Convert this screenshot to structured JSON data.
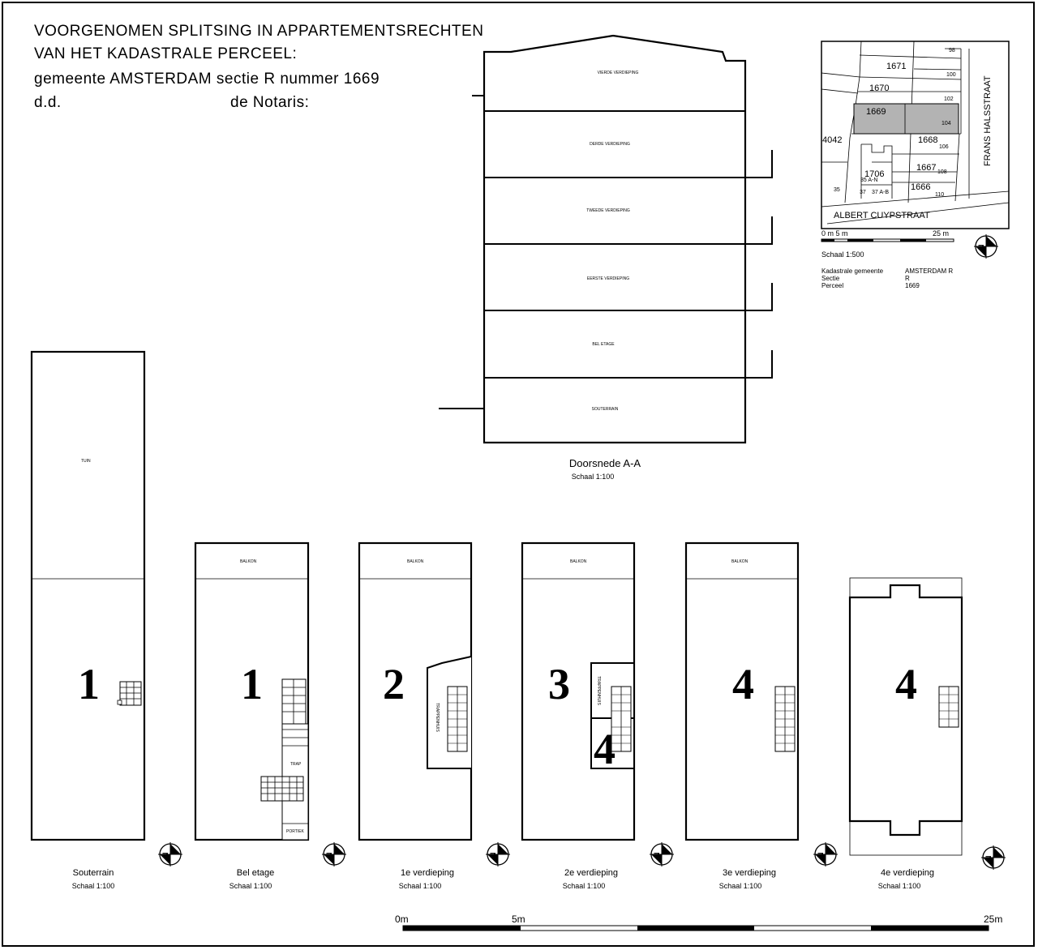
{
  "header": {
    "line1": "VOORGENOMEN SPLITSING IN APPARTEMENTSRECHTEN",
    "line2": "VAN HET KADASTRALE PERCEEL:",
    "line3": "gemeente AMSTERDAM sectie R   nummer 1669",
    "line4_left": "d.d.",
    "line4_right": "de Notaris:"
  },
  "section": {
    "floors": [
      "VIERDE VERDIEPING",
      "DERDE VERDIEPING",
      "TWEEDE VERDIEPING",
      "EERSTE VERDIEPING",
      "BEL ETAGE",
      "SOUTERRAIN"
    ],
    "title": "Doorsnede A-A",
    "scale": "Schaal 1:100"
  },
  "map": {
    "parcels": [
      "1671",
      "1670",
      "1669",
      "1668",
      "1667",
      "1666",
      "1706",
      "4042"
    ],
    "house_numbers": [
      "98",
      "100",
      "102",
      "104",
      "106",
      "108",
      "110",
      "35",
      "37",
      "35 A-N",
      "37 A-B",
      "A-N"
    ],
    "street_bottom": "ALBERT CUYPSTRAAT",
    "street_right": "FRANS HALSSTRAAT",
    "scale_label_0": "0 m 5 m",
    "scale_label_25": "25 m",
    "scale": "Schaal 1:500",
    "info_labels": [
      "Kadastrale gemeente",
      "Sectie",
      "Perceel"
    ],
    "info_values": [
      "AMSTERDAM R",
      "R",
      "1669"
    ],
    "highlight_color": "#b3b3b3"
  },
  "plans": [
    {
      "name": "Souterrain",
      "scale": "Schaal 1:100",
      "unit": "1",
      "room": "TUIN"
    },
    {
      "name": "Bel etage",
      "scale": "Schaal 1:100",
      "unit": "1",
      "room": "BALKON",
      "extra": [
        "TRAP",
        "PORTIEK"
      ]
    },
    {
      "name": "1e verdieping",
      "scale": "Schaal 1:100",
      "unit": "2",
      "room": "BALKON",
      "extra": [
        "TRAPPENHUIS"
      ]
    },
    {
      "name": "2e verdieping",
      "scale": "Schaal 1:100",
      "unit": "3",
      "unit2": "4",
      "room": "BALKON",
      "extra": [
        "TRAPPENHUIS"
      ]
    },
    {
      "name": "3e verdieping",
      "scale": "Schaal 1:100",
      "unit": "4",
      "room": "BALKON"
    },
    {
      "name": "4e verdieping",
      "scale": "Schaal 1:100",
      "unit": "4"
    }
  ],
  "scalebar": {
    "label_0": "0m",
    "label_5": "5m",
    "label_25": "25m"
  },
  "compass": {
    "north": "N"
  }
}
